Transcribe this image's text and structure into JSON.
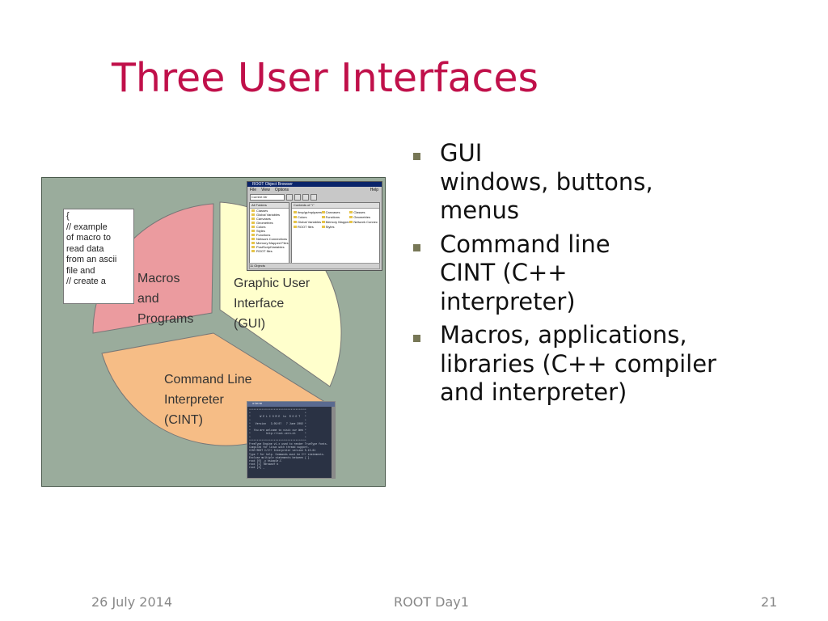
{
  "slide": {
    "title": "Three User Interfaces",
    "footer": {
      "date": "26 July 2014",
      "center": "ROOT Day1",
      "page": "21"
    }
  },
  "figure": {
    "segments": {
      "macros": {
        "lines": [
          "Macros",
          "and",
          "Programs"
        ],
        "color": "#eb9b9f"
      },
      "gui": {
        "lines": [
          "Graphic User",
          "Interface",
          "(GUI)"
        ],
        "color": "#ffffcc"
      },
      "cint": {
        "lines": [
          "Command Line",
          "Interpreter",
          "(CINT)"
        ],
        "color": "#f6bd86"
      }
    },
    "code_note": [
      "{",
      "//    example",
      "of macro to",
      "read data",
      "from an ascii",
      "file and",
      "//    create a"
    ],
    "gui_window": {
      "title": "ROOT Object Browser",
      "menu": [
        "File",
        "View",
        "Options",
        "Help"
      ],
      "combo": "Current Dir",
      "left_header": "All Folders",
      "right_header": "Contents of \"/\"",
      "tree": [
        "Classes",
        "Global Variables",
        "Canvases",
        "Geometries",
        "Colors",
        "Styles",
        "Functions",
        "Network Connections",
        "Memory Mapped Files",
        "PostScriptVariables",
        "ROOT files"
      ],
      "items": [
        "/tmp/gr/mpiparest",
        "Canvases",
        "Classes",
        "Colors",
        "Functions",
        "Geometries",
        "Global Variables",
        "Memory Mapped Files",
        "Network Connections",
        "ROOT files",
        "Styles",
        ""
      ],
      "status": "11 Objects"
    },
    "terminal": {
      "title": "xterm",
      "lines": [
        "*************************************",
        "*                                   *",
        "*      W E L C O M E  to  R O O T   *",
        "*                                   *",
        "*   Version   3.05/07   7 June 2002 *",
        "*                                   *",
        "*  You are welcome to visit our Web *",
        "*          http://root.cern.ch      *",
        "*                                   *",
        "*************************************",
        "",
        "FreeType Engine v1.x used to render TrueType fonts.",
        "Compiled for linux with thread support.",
        "",
        "CINT/ROOT C/C++ Interpreter version 5.15.61",
        "Type ? for help. Commands must be C++ statements.",
        "Enclose multiple statements between { }.",
        "",
        "root [0] .x hsimple.C",
        "",
        "root [1] TBrowser b",
        "root [2] _"
      ]
    }
  },
  "bullets": [
    {
      "lines": [
        "GUI",
        "windows, buttons,",
        "menus"
      ]
    },
    {
      "lines": [
        "Command line",
        "CINT (C++",
        "interpreter)"
      ]
    },
    {
      "lines": [
        "Macros, applications,",
        "libraries (C++ compiler",
        "and interpreter)"
      ]
    }
  ]
}
